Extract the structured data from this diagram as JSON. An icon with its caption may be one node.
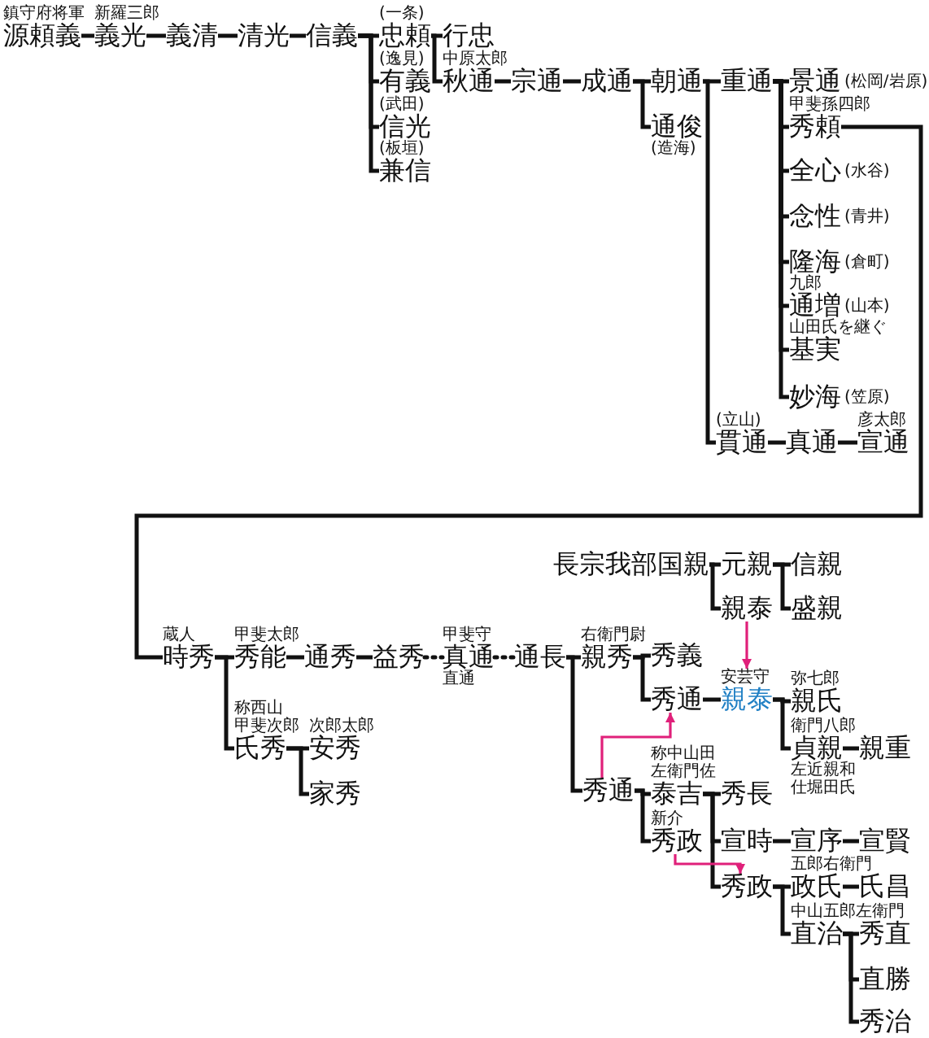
{
  "diagram": {
    "nodes": [
      {
        "text": [
          "源頼義"
        ],
        "beside": [
          "鎮守府将軍"
        ]
      },
      {
        "text": [
          "義光"
        ],
        "beside": [
          "新羅三郎"
        ]
      },
      {
        "text": [
          "義清"
        ]
      },
      {
        "text": [
          "清光"
        ]
      },
      {
        "text": [
          "信義"
        ]
      },
      {
        "text": [
          "忠頼"
        ],
        "beside": [
          "(一条)"
        ]
      },
      {
        "text": [
          "有義"
        ],
        "beside": [
          "(逸見)"
        ]
      },
      {
        "text": [
          "信光"
        ],
        "beside": [
          "(武田)"
        ]
      },
      {
        "text": [
          "兼信"
        ],
        "beside": [
          "(板垣)"
        ]
      },
      {
        "text": [
          "行忠"
        ]
      },
      {
        "text": [
          "秋通"
        ],
        "beside": [
          "中原太郎"
        ]
      },
      {
        "text": [
          "宗通"
        ]
      },
      {
        "text": [
          "成通"
        ]
      },
      {
        "text": [
          "朝通"
        ]
      },
      {
        "text": [
          "通俊"
        ],
        "beside": [
          "(造海)"
        ]
      },
      {
        "text": [
          "重通"
        ]
      },
      {
        "text": [
          "景通"
        ],
        "beside": [
          "(松岡/岩原)"
        ]
      },
      {
        "text": [
          "秀頼"
        ],
        "beside": [
          "甲斐孫四郎"
        ]
      },
      {
        "text": [
          "全心"
        ],
        "beside": [
          "(水谷)"
        ]
      },
      {
        "text": [
          "念性"
        ],
        "beside": [
          "(青井)"
        ]
      },
      {
        "text": [
          "隆海"
        ],
        "beside": [
          "(倉町)"
        ]
      },
      {
        "text": [
          "通増"
        ],
        "beside": [
          "九郎",
          "(山本)"
        ]
      },
      {
        "text": [
          "基実"
        ],
        "beside": [
          "山田氏を継ぐ"
        ]
      },
      {
        "text": [
          "妙海"
        ],
        "beside": [
          "(笠原)"
        ]
      },
      {
        "text": [
          "貫通"
        ],
        "beside": [
          "(立山)"
        ]
      },
      {
        "text": [
          "真通"
        ]
      },
      {
        "text": [
          "宣通"
        ],
        "beside": [
          "彦太郎"
        ]
      },
      {
        "text": [
          "長宗我部国親"
        ]
      },
      {
        "text": [
          "元親"
        ]
      },
      {
        "text": [
          "親泰"
        ]
      },
      {
        "text": [
          "信親"
        ]
      },
      {
        "text": [
          "盛親"
        ]
      },
      {
        "text": [
          "時秀"
        ],
        "beside": [
          "蔵人"
        ]
      },
      {
        "text": [
          "秀能"
        ],
        "beside": [
          "甲斐太郎"
        ]
      },
      {
        "text": [
          "通秀"
        ]
      },
      {
        "text": [
          "益秀"
        ]
      },
      {
        "text": [
          "真通"
        ],
        "beside": [
          "甲斐守",
          "直通"
        ]
      },
      {
        "text": [
          "通長"
        ]
      },
      {
        "text": [
          "親秀"
        ],
        "beside": [
          "右衛門尉"
        ]
      },
      {
        "text": [
          "秀義"
        ]
      },
      {
        "text": [
          "秀通"
        ]
      },
      {
        "text": [
          "親泰"
        ],
        "beside": [
          "安芸守"
        ]
      },
      {
        "text": [
          "親氏"
        ],
        "beside": [
          "弥七郎"
        ]
      },
      {
        "text": [
          "貞親"
        ],
        "beside": [
          "衛門八郎",
          "左近親和",
          "仕堀田氏"
        ]
      },
      {
        "text": [
          "親重"
        ]
      },
      {
        "text": [
          "氏秀"
        ],
        "beside": [
          "称西山",
          "甲斐次郎"
        ]
      },
      {
        "text": [
          "安秀"
        ],
        "beside": [
          "次郎太郎"
        ]
      },
      {
        "text": [
          "家秀"
        ]
      },
      {
        "text": [
          "秀通"
        ]
      },
      {
        "text": [
          "泰吉"
        ],
        "beside": [
          "称中山田",
          "左衛門佐"
        ]
      },
      {
        "text": [
          "秀政"
        ],
        "beside": [
          "新介"
        ]
      },
      {
        "text": [
          "秀長"
        ]
      },
      {
        "text": [
          "宣時"
        ]
      },
      {
        "text": [
          "宣序"
        ]
      },
      {
        "text": [
          "宣賢"
        ]
      },
      {
        "text": [
          "秀政"
        ]
      },
      {
        "text": [
          "政氏"
        ],
        "beside": [
          "五郎右衛門"
        ]
      },
      {
        "text": [
          "氏昌"
        ]
      },
      {
        "text": [
          "直治"
        ],
        "beside": [
          "中山五郎左衛門"
        ]
      },
      {
        "text": [
          "秀直"
        ]
      },
      {
        "text": [
          "直勝"
        ]
      },
      {
        "text": [
          "秀治"
        ]
      }
    ],
    "edges": [
      {
        "from": 0,
        "to": 1,
        "arrow": "none"
      },
      {
        "from": 1,
        "to": 2,
        "arrow": "none"
      },
      {
        "from": 2,
        "to": 3,
        "arrow": "none"
      },
      {
        "from": 3,
        "to": 4,
        "arrow": "none"
      },
      {
        "from": 4,
        "to": 5,
        "arrow": "none"
      },
      {
        "from": 4,
        "to": 6,
        "arrow": "none"
      },
      {
        "from": 4,
        "to": 7,
        "arrow": "none"
      },
      {
        "from": 4,
        "to": 8,
        "arrow": "none"
      },
      {
        "from": 5,
        "to": 9,
        "arrow": "none"
      },
      {
        "from": 5,
        "to": 10,
        "arrow": "none"
      },
      {
        "from": 10,
        "to": 11,
        "arrow": "none"
      },
      {
        "from": 11,
        "to": 12,
        "arrow": "none"
      },
      {
        "from": 12,
        "to": 13,
        "arrow": "none"
      },
      {
        "from": 12,
        "to": 14,
        "arrow": "none"
      },
      {
        "from": 13,
        "to": 15,
        "arrow": "none"
      },
      {
        "from": 13,
        "to": 24,
        "arrow": "none"
      },
      {
        "from": 15,
        "to": 16,
        "arrow": "none"
      },
      {
        "from": 15,
        "to": 17,
        "arrow": "none"
      },
      {
        "from": 15,
        "to": 18,
        "arrow": "none"
      },
      {
        "from": 15,
        "to": 19,
        "arrow": "none"
      },
      {
        "from": 15,
        "to": 20,
        "arrow": "none"
      },
      {
        "from": 15,
        "to": 21,
        "arrow": "none"
      },
      {
        "from": 15,
        "to": 22,
        "arrow": "none"
      },
      {
        "from": 15,
        "to": 23,
        "arrow": "none"
      },
      {
        "from": 24,
        "to": 25,
        "arrow": "none"
      },
      {
        "from": 25,
        "to": 26,
        "arrow": "none"
      },
      {
        "from": 17,
        "to": 32,
        "arrow": "none"
      },
      {
        "from": 27,
        "to": 28,
        "arrow": "none"
      },
      {
        "from": 27,
        "to": 29,
        "arrow": "none"
      },
      {
        "from": 28,
        "to": 30,
        "arrow": "none"
      },
      {
        "from": 28,
        "to": 31,
        "arrow": "none"
      },
      {
        "from": 32,
        "to": 33,
        "arrow": "none"
      },
      {
        "from": 32,
        "to": 45,
        "arrow": "none"
      },
      {
        "from": 33,
        "to": 34,
        "arrow": "none"
      },
      {
        "from": 34,
        "to": 35,
        "arrow": "none"
      },
      {
        "from": 35,
        "to": 36,
        "arrow": "none",
        "style": "dashed"
      },
      {
        "from": 36,
        "to": 37,
        "arrow": "none",
        "style": "dashed"
      },
      {
        "from": 37,
        "to": 38,
        "arrow": "none"
      },
      {
        "from": 37,
        "to": 48,
        "arrow": "none"
      },
      {
        "from": 38,
        "to": 39,
        "arrow": "none"
      },
      {
        "from": 38,
        "to": 40,
        "arrow": "none"
      },
      {
        "from": 40,
        "to": 41,
        "arrow": "none"
      },
      {
        "from": 41,
        "to": 42,
        "arrow": "none"
      },
      {
        "from": 41,
        "to": 43,
        "arrow": "none"
      },
      {
        "from": 43,
        "to": 44,
        "arrow": "none"
      },
      {
        "from": 29,
        "to": 41,
        "arrow": "to",
        "color": "#e0207a"
      },
      {
        "from": 45,
        "to": 46,
        "arrow": "none"
      },
      {
        "from": 45,
        "to": 47,
        "arrow": "none"
      },
      {
        "from": 48,
        "to": 49,
        "arrow": "none"
      },
      {
        "from": 48,
        "to": 50,
        "arrow": "none"
      },
      {
        "from": 48,
        "to": 40,
        "arrow": "to",
        "color": "#e0207a"
      },
      {
        "from": 49,
        "to": 51,
        "arrow": "none"
      },
      {
        "from": 49,
        "to": 52,
        "arrow": "none"
      },
      {
        "from": 49,
        "to": 55,
        "arrow": "none"
      },
      {
        "from": 52,
        "to": 53,
        "arrow": "none"
      },
      {
        "from": 53,
        "to": 54,
        "arrow": "none"
      },
      {
        "from": 50,
        "to": 55,
        "arrow": "to",
        "color": "#e0207a"
      },
      {
        "from": 55,
        "to": 56,
        "arrow": "none"
      },
      {
        "from": 55,
        "to": 58,
        "arrow": "none"
      },
      {
        "from": 56,
        "to": 57,
        "arrow": "none"
      },
      {
        "from": 58,
        "to": 59,
        "arrow": "none"
      },
      {
        "from": 58,
        "to": 60,
        "arrow": "none"
      },
      {
        "from": 58,
        "to": 61,
        "arrow": "none"
      }
    ]
  }
}
